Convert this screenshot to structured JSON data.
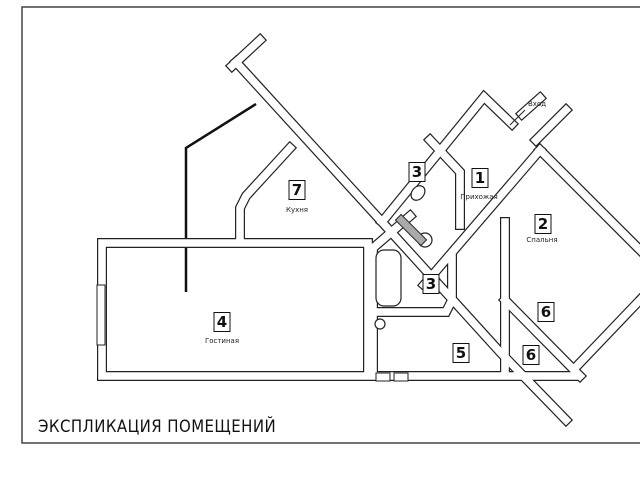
{
  "plan": {
    "title": "ЭКСПЛИКАЦИЯ ПОМЕЩЕНИЙ",
    "entrance_label": "Вход",
    "rooms": [
      {
        "number": "1",
        "name": "Прихожая"
      },
      {
        "number": "2",
        "name": "Спальня"
      },
      {
        "number": "3",
        "name": ""
      },
      {
        "number": "3",
        "name": ""
      },
      {
        "number": "4",
        "name": "Гостиная"
      },
      {
        "number": "5",
        "name": ""
      },
      {
        "number": "6",
        "name": ""
      },
      {
        "number": "6",
        "name": ""
      },
      {
        "number": "7",
        "name": "Кухня"
      }
    ]
  }
}
